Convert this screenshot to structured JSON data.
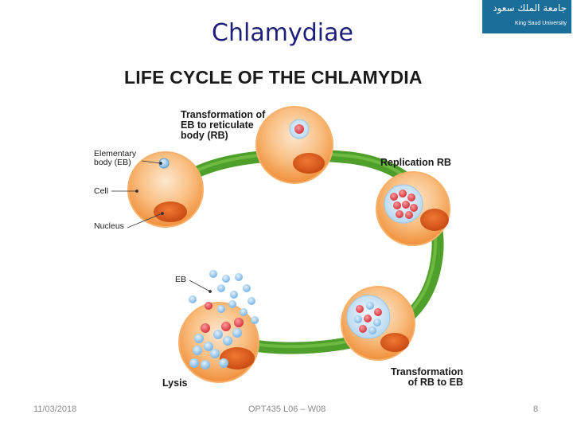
{
  "slide": {
    "title": "Chlamydiae",
    "footer_date": "11/03/2018",
    "footer_course": "OPT435 L06 – W08",
    "page_number": "8"
  },
  "logo": {
    "arabic_text": "جامعة الملك سعود",
    "english_text": "King Saud University"
  },
  "diagram": {
    "heading": "LIFE CYCLE OF THE CHLAMYDIA",
    "labels": {
      "transformation_eb_rb": "Transformation of EB to reticulate body (RB)",
      "replication_rb": "Replication RB",
      "transformation_rb_eb": "Transformation of RB to EB",
      "lysis": "Lysis",
      "elementary_body": "Elementary body (EB)",
      "cell": "Cell",
      "nucleus": "Nucleus",
      "eb": "EB"
    },
    "colors": {
      "cycle_green": "#4fa02a",
      "cell_orange": "#f6a14a",
      "nucleus_orange": "#e0601a",
      "rb_red": "#e8545a",
      "eb_blue": "#8cc4ee"
    }
  }
}
